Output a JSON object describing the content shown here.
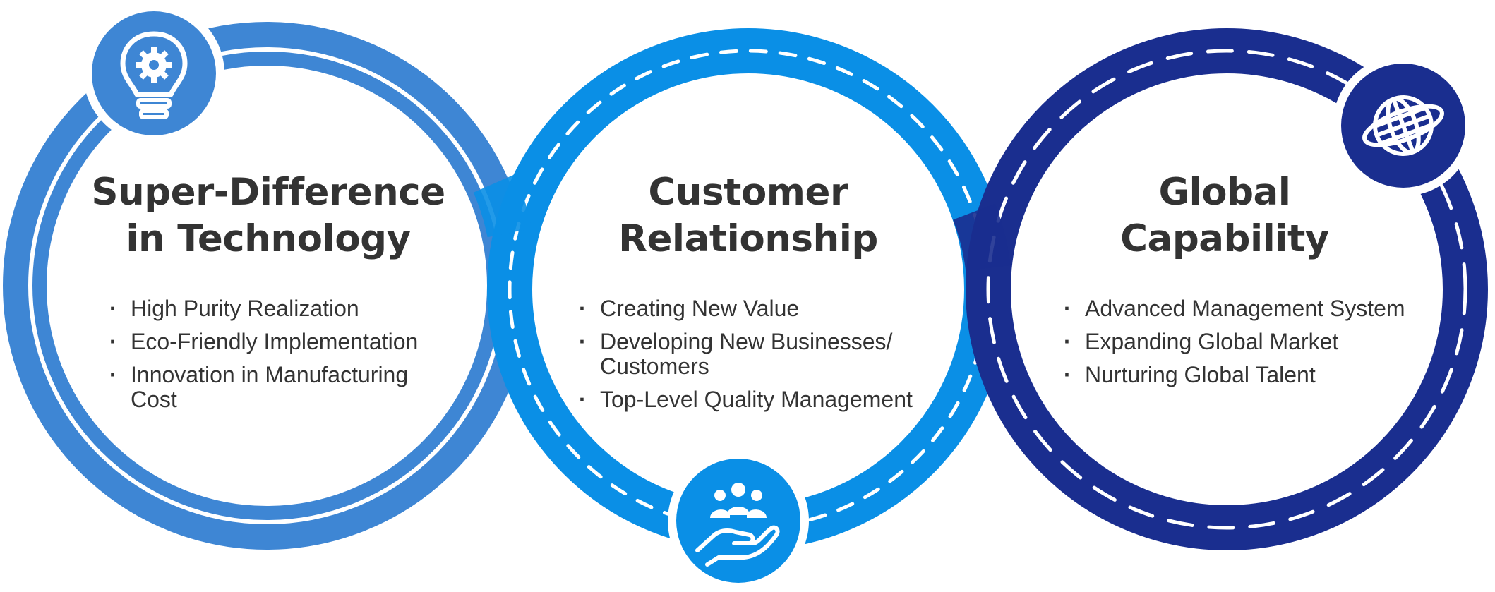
{
  "colors": {
    "technology": "#3E86D4",
    "customer": "#0A8FE6",
    "global": "#1A2E8F"
  },
  "sections": [
    {
      "icon": "lightbulb-gear-icon",
      "title_line1": "Super-Difference",
      "title_line2": "in Technology",
      "bullets": [
        "High Purity Realization",
        "Eco-Friendly Implementation",
        "Innovation in Manufacturing Cost"
      ]
    },
    {
      "icon": "hand-people-icon",
      "title_line1": "Customer",
      "title_line2": "Relationship",
      "bullets": [
        "Creating New Value",
        "Developing New Businesses/ Customers",
        "Top-Level Quality Management"
      ]
    },
    {
      "icon": "globe-icon",
      "title_line1": "Global",
      "title_line2": "Capability",
      "bullets": [
        "Advanced Management System",
        "Expanding Global Market",
        "Nurturing Global Talent"
      ]
    }
  ]
}
